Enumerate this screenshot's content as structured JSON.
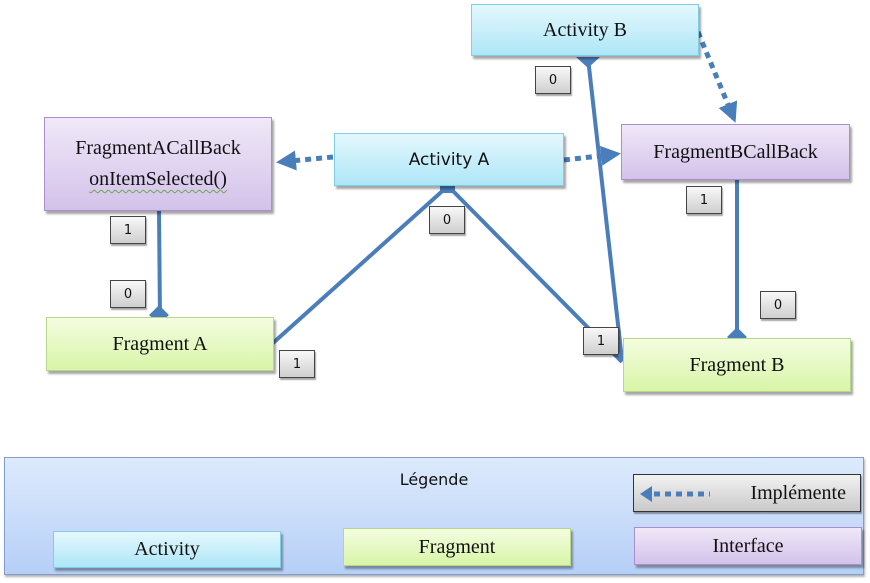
{
  "diagram": {
    "nodes": {
      "activity_a": {
        "label": "Activity A",
        "type": "activity"
      },
      "activity_b": {
        "label": "Activity B",
        "type": "activity"
      },
      "fragment_a_callback": {
        "label": "FragmentACallBack",
        "method": "onItemSelected()",
        "type": "interface"
      },
      "fragment_b_callback": {
        "label": "FragmentBCallBack",
        "type": "interface"
      },
      "fragment_a": {
        "label": "Fragment A",
        "type": "fragment"
      },
      "fragment_b": {
        "label": "Fragment B",
        "type": "fragment"
      }
    },
    "edges": [
      {
        "from": "Activity A",
        "to": "FragmentACallBack",
        "kind": "implements"
      },
      {
        "from": "Activity A",
        "to": "FragmentBCallBack",
        "kind": "implements"
      },
      {
        "from": "Activity B",
        "to": "FragmentBCallBack",
        "kind": "implements"
      },
      {
        "from": "FragmentACallBack",
        "to": "Fragment A",
        "kind": "composition",
        "from_mult": "1",
        "to_mult": "0"
      },
      {
        "from": "Activity A",
        "to": "Fragment A",
        "kind": "composition",
        "from_mult": "0",
        "to_mult": "1"
      },
      {
        "from": "Activity A",
        "to": "Fragment B",
        "kind": "composition",
        "from_mult": "0",
        "to_mult": "1"
      },
      {
        "from": "Activity B",
        "to": "Fragment B",
        "kind": "composition",
        "from_mult": "0",
        "to_mult": "1"
      },
      {
        "from": "FragmentBCallBack",
        "to": "Fragment B",
        "kind": "composition",
        "from_mult": "1",
        "to_mult": "0"
      }
    ],
    "multiplicities": {
      "activity_b_top": "0",
      "activity_a": "0",
      "fa_callback": "1",
      "fragment_a_top": "0",
      "fragment_a_right": "1",
      "fb_callback": "1",
      "fragment_b_top": "0",
      "fragment_b_left": "1"
    }
  },
  "legend": {
    "title": "Légende",
    "implements_label": "Implémente",
    "activity_label": "Activity",
    "fragment_label": "Fragment",
    "interface_label": "Interface"
  },
  "colors": {
    "connector": "#4a7ebb",
    "activity_fill": "#aee6f7",
    "fragment_fill": "#d8f5a8",
    "interface_fill": "#d3c2ea",
    "legend_fill": "#b6cff7"
  }
}
